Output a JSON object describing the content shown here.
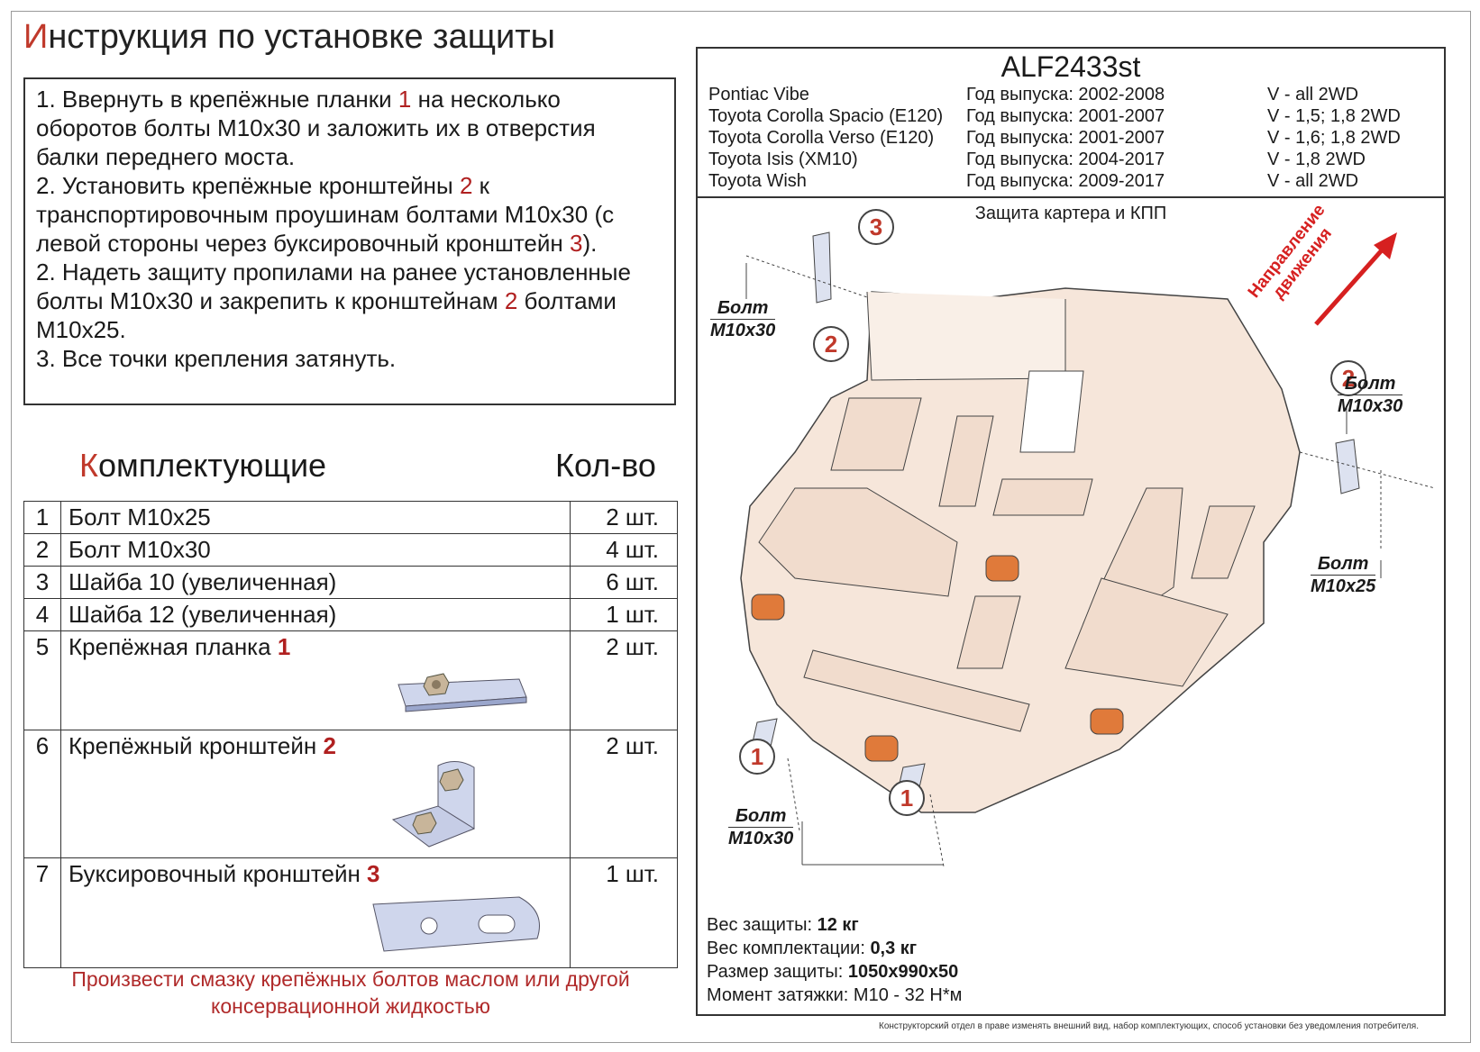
{
  "title": {
    "first": "И",
    "rest": "нструкция по установке защиты"
  },
  "instructions": [
    {
      "pre": "1. Ввернуть в крепёжные планки ",
      "num": "1",
      "post": " на несколько оборотов болты М10х30 и заложить их в отверстия балки переднего моста."
    },
    {
      "pre": "2. Установить крепёжные кронштейны ",
      "num": "2",
      "post": " к транспортировочным проушинам болтами М10х30 (с левой стороны через буксировочный кронштейн "
    },
    {
      "pre": "",
      "num": "3",
      "post": ")."
    },
    {
      "pre": "2. Надеть защиту пропилами на ранее установленные болты М10х30 и закрепить к кронштейнам ",
      "num": "2",
      "post": " болтами М10х25."
    },
    {
      "pre": "3. Все точки крепления затянуть.",
      "num": "",
      "post": ""
    }
  ],
  "kit": {
    "heading_first": "К",
    "heading_rest": "омплектующие",
    "qty_heading": "Кол-во",
    "items": [
      {
        "n": "1",
        "name": "Болт М10х25",
        "tag": "",
        "qty": "2 шт."
      },
      {
        "n": "2",
        "name": "Болт М10х30",
        "tag": "",
        "qty": "4 шт."
      },
      {
        "n": "3",
        "name": "Шайба 10 (увеличенная)",
        "tag": "",
        "qty": "6 шт."
      },
      {
        "n": "4",
        "name": "Шайба 12 (увеличенная)",
        "tag": "",
        "qty": "1 шт."
      },
      {
        "n": "5",
        "name": "Крепёжная планка ",
        "tag": "1",
        "qty": "2 шт."
      },
      {
        "n": "6",
        "name": "Крепёжный кронштейн ",
        "tag": "2",
        "qty": "2 шт."
      },
      {
        "n": "7",
        "name": "Буксировочный кронштейн ",
        "tag": "3",
        "qty": "1 шт."
      }
    ]
  },
  "note": "Произвести смазку крепёжных болтов маслом или другой консервационной жидкостью",
  "model": {
    "code": "ALF2433st",
    "cars": [
      {
        "name": "Pontiac Vibe",
        "year": "Год выпуска: 2002-2008",
        "engine": "V - all 2WD"
      },
      {
        "name": "Toyota Corolla Spacio (E120)",
        "year": "Год выпуска: 2001-2007",
        "engine": "V - 1,5; 1,8 2WD"
      },
      {
        "name": "Toyota Corolla Verso (E120)",
        "year": "Год выпуска: 2001-2007",
        "engine": "V - 1,6; 1,8 2WD"
      },
      {
        "name": "Toyota Isis (XM10)",
        "year": "Год выпуска: 2004-2017",
        "engine": "V - 1,8 2WD"
      },
      {
        "name": "Toyota Wish",
        "year": "Год выпуска: 2009-2017",
        "engine": "V - all 2WD"
      }
    ]
  },
  "diagram": {
    "title": "Защита картера и КПП",
    "direction": [
      "Направление",
      "движения"
    ],
    "bolt_word": "Болт",
    "m10x30": "М10х30",
    "m10x25": "М10х25",
    "callouts": [
      "1",
      "2",
      "3"
    ],
    "colors": {
      "plate": "#f6e6da",
      "plate_stroke": "#444",
      "callout": "#c0392b",
      "arrow": "#d62020",
      "badge": "#e07a3a"
    }
  },
  "specs": [
    {
      "label": "Вес защиты: ",
      "value": "12 кг"
    },
    {
      "label": "Вес комплектации: ",
      "value": "0,3 кг"
    },
    {
      "label": "Размер защиты: ",
      "value": "1050х990х50"
    },
    {
      "label": "Момент затяжки: ",
      "value": "М10 - 32 Н*м"
    }
  ],
  "footer": "Конструкторский отдел в праве изменять внешний вид, набор комплектующих, способ установки без уведомления потребителя."
}
